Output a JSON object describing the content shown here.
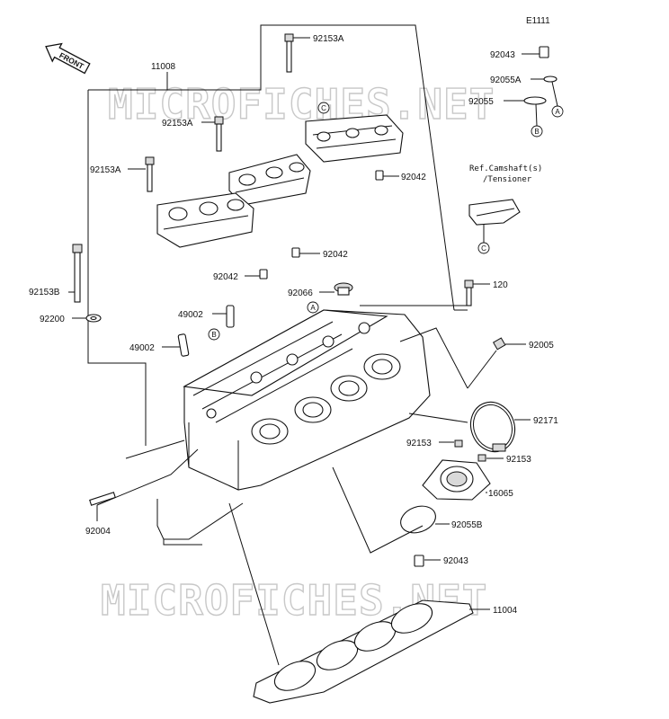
{
  "diagram_code": "E1111",
  "front_label": "FRONT",
  "watermark": "MICROFICHES.NET",
  "reference_note": {
    "line1": "Ref.Camshaft(s)",
    "line2": "/Tensioner"
  },
  "reference_markers": [
    "A",
    "B",
    "C"
  ],
  "part_labels": {
    "p11008": "11008",
    "p92153a_top": "92153A",
    "p92153a_mid": "92153A",
    "p92153a_left": "92153A",
    "p92043_top": "92043",
    "p92055a": "92055A",
    "p92055": "92055",
    "p92042_right": "92042",
    "p92042_mid": "92042",
    "p92042_low": "92042",
    "p92153b": "92153B",
    "p92200": "92200",
    "p49002_a": "49002",
    "p49002_b": "49002",
    "p92066": "92066",
    "p120": "120",
    "p92005": "92005",
    "p92171": "92171",
    "p92153_left": "92153",
    "p92153_right": "92153",
    "p16065": "16065",
    "p92055b": "92055B",
    "p92004": "92004",
    "p92043_low": "92043",
    "p11004": "11004"
  }
}
